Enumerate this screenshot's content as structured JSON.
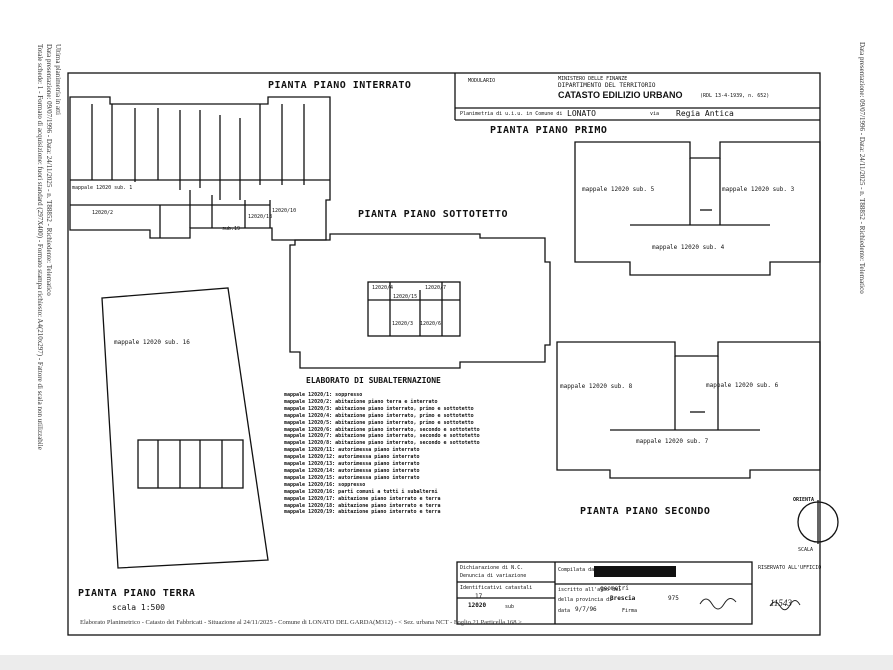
{
  "margins": {
    "left_line1": "Ultima planimetria in atti",
    "left_line2": "Data presentazione: 09/07/1996 - Data: 24/11/2025 - n. T88852 - Richiedente: Telematico",
    "left_line3": "Totale schede: 1 - Formato di acquisizione: fuori standard (297X400) - Formato stampa richiesto: A4(210x297) - Fattore di scala non utilizzabile",
    "right_line": "Data presentazione: 09/07/1996 - Data: 24/11/2025 - n. T88852 - Richiedente: Telematico"
  },
  "header": {
    "ministry": "MINISTERO DELLE FINANZE",
    "department": "DIPARTIMENTO DEL TERRITORIO",
    "catasto": "CATASTO EDILIZIO URBANO",
    "law": "(RDL 13-4-1939, n. 652)",
    "planimetria_label": "Planimetria di u.i.u. in Comune di",
    "comune": "LONATO",
    "via_label": "via",
    "via": "Regia Antica",
    "stamp": "MODULARIO"
  },
  "plans": {
    "interrato": "PIANTA PIANO INTERRATO",
    "primo": "PIANTA PIANO PRIMO",
    "sottotetto": "PIANTA PIANO SOTTOTETTO",
    "secondo": "PIANTA PIANO SECONDO",
    "terra": "PIANTA PIANO TERRA",
    "terra_scale": "scala 1:500",
    "orientamento": "ORIENTA",
    "scala": "SCALA"
  },
  "labels": {
    "mappale_sub16": "mappale 12020 sub. 16",
    "mappale_sub5": "mappale 12020 sub. 5",
    "mappale_sub3": "mappale 12020 sub. 3",
    "mappale_sub4": "mappale 12020 sub. 4",
    "mappale_sub8": "mappale 12020 sub. 8",
    "mappale_sub6": "mappale 12020 sub. 6",
    "mappale_sub7": "mappale 12020 sub. 7",
    "int_sub1": "mappale 12020 sub. 1",
    "int_sub2": "12020/2",
    "int_sub10": "12020/10",
    "int_sub18": "12020/18",
    "int_sub19": "sub.19",
    "st_sub4": "12020/4",
    "st_sub7": "12020/7",
    "st_sub3": "12020/3",
    "st_sub6": "12020/6",
    "st_sub15": "12020/15"
  },
  "elaborato": {
    "title": "ELABORATO DI SUBALTERNAZIONE",
    "rows": [
      "mappale 12020/1: soppresso",
      "mappale 12020/2: abitazione piano terra e interrato",
      "mappale 12020/3: abitazione piano interrato, primo e sottotetto",
      "mappale 12020/4: abitazione piano interrato, primo e sottotetto",
      "mappale 12020/5: abitazione piano interrato, primo e sottotetto",
      "mappale 12020/6: abitazione piano interrato, secondo e sottotetto",
      "mappale 12020/7: abitazione piano interrato, secondo e sottotetto",
      "mappale 12020/8: abitazione piano interrato, secondo e sottotetto",
      "mappale 12020/11: autorimessa piano interrato",
      "mappale 12020/12: autorimessa piano interrato",
      "mappale 12020/13: autorimessa piano interrato",
      "mappale 12020/14: autorimessa piano interrato",
      "mappale 12020/15: autorimessa piano interrato",
      "mappale 12020/16: soppresso",
      "mappale 12020/16: parti comuni a tutti i subalterni",
      "mappale 12020/17: abitazione piano interrato e terra",
      "mappale 12020/18: abitazione piano interrato e terra",
      "mappale 12020/19: abitazione piano interrato e terra"
    ]
  },
  "footer_box": {
    "dichiarazione": "Dichiarazione di N.C.",
    "denuncia": "Denuncia di variazione",
    "identificativi": "Identificativi catastali",
    "foglio": "17",
    "mappale": "12020",
    "sub_label": "sub",
    "compilata_da": "Compilata dal",
    "iscritto": "iscritto all'albo dei",
    "albo": "geometri",
    "provincia_label": "della provincia di",
    "provincia": "Brescia",
    "numero": "975",
    "data_label": "data",
    "data": "9/7/96",
    "firma_label": "Firma",
    "riservato": "RISERVATO ALL'UFFICIO",
    "ufficio_note": "11543"
  },
  "bottom_caption": "Elaborato Planimetrico - Catasto dei Fabbricati - Situazione al 24/11/2025 - Comune di LONATO DEL GARDA(M312) - < Sez. urbana NCT - Foglio 21 Particella 168 >"
}
